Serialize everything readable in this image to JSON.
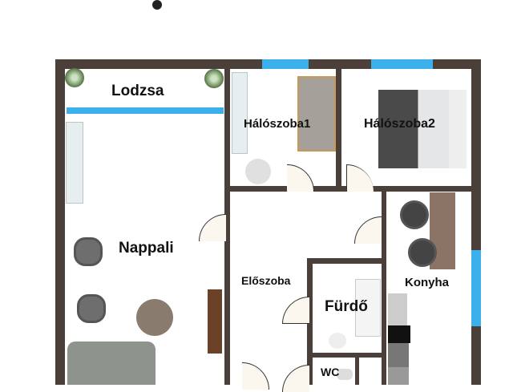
{
  "rooms": {
    "lodzsa": "Lodzsa",
    "haloszoba1": "Hálószoba1",
    "haloszoba2": "Hálószoba2",
    "nappali": "Nappali",
    "eloszoba": "Előszoba",
    "furdo": "Fürdő",
    "konyha": "Konyha",
    "wc": "WC"
  },
  "colors": {
    "wall": "#4b3f3a",
    "window": "#3bb0ea"
  }
}
